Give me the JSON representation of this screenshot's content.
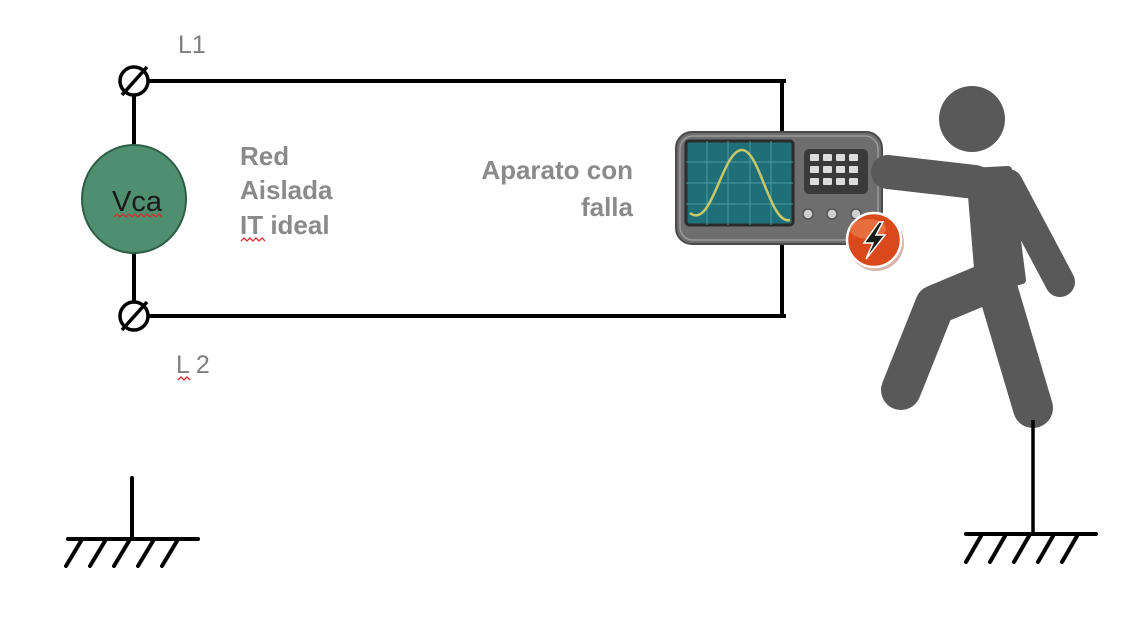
{
  "terminal_labels": {
    "l1": "L1",
    "l2": "L 2"
  },
  "source": {
    "label": "Vca",
    "fill_color": "#4f8f6f",
    "stroke_color": "#2e5e46"
  },
  "network_label": {
    "line1": "Red",
    "line2": "Aislada",
    "line3": "IT ideal"
  },
  "device_label": {
    "line1": "Aparato con",
    "line2": "falla"
  },
  "colors": {
    "wire": "#000000",
    "label_gray": "#8a8a8a",
    "person": "#595959",
    "device_body": "#6e6e6e",
    "screen": "#1f6f78",
    "fault_badge": "#d9491b"
  },
  "icons": {
    "device": "oscilloscope-icon",
    "fault": "lightning-bolt-icon",
    "person": "person-touching-icon",
    "ground": "ground-symbol-icon"
  }
}
